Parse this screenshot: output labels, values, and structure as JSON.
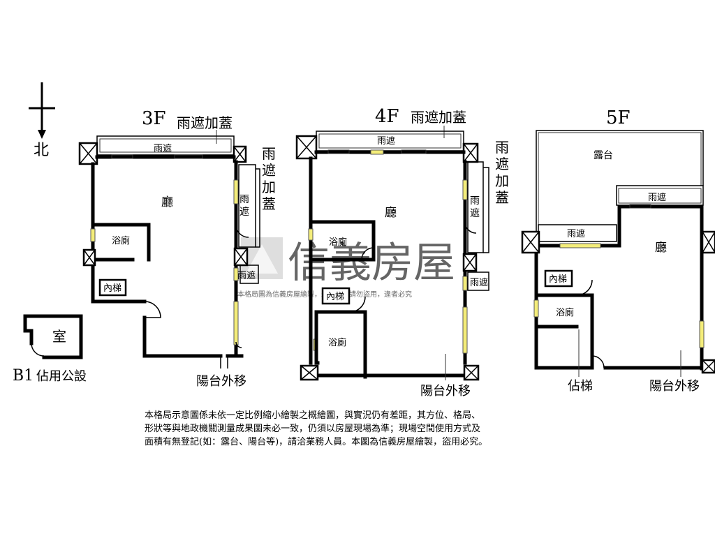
{
  "compass": {
    "label": "北"
  },
  "floors": {
    "3F": {
      "title": "3F",
      "rain_cover_top": "雨遮加蓋",
      "rain_shelter_top": "雨遮",
      "rain_cover_side": [
        "雨",
        "遮",
        "加",
        "蓋"
      ],
      "rain_shelter_side": [
        "雨",
        "遮"
      ],
      "rain_shelter_small": "雨遮",
      "living": "廳",
      "bath": "浴廁",
      "inner_stair": "內梯",
      "balcony_note": "陽台外移"
    },
    "4F": {
      "title": "4F",
      "rain_cover_top": "雨遮加蓋",
      "rain_shelter_top": "雨遮",
      "rain_cover_side": [
        "雨",
        "遮",
        "加",
        "蓋"
      ],
      "rain_shelter_side": [
        "雨",
        "遮"
      ],
      "rain_shelter_small": "雨遮",
      "living": "廳",
      "bath_upper": "浴廁",
      "bath_lower": "浴廁",
      "inner_stair": "內梯",
      "balcony_note": "陽台外移"
    },
    "5F": {
      "title": "5F",
      "terrace": "露台",
      "rain_shelter_upper": "雨遮",
      "rain_shelter_lower": "雨遮",
      "living": "廳",
      "inner_stair": "內梯",
      "bath": "浴廁",
      "stair_note": "佔梯",
      "balcony_note": "陽台外移"
    },
    "B1": {
      "room": "室",
      "label": "B1",
      "note": "佔用公設"
    }
  },
  "watermark": {
    "brand": "信義房屋",
    "small": "本格局圖為信義房屋繪製，未經允許請勿盜用，違者必究"
  },
  "disclaimer": [
    "本格局示意圖係未依一定比例縮小繪製之概繪圖，與實況仍有差距，其方位、格局、",
    "形狀等與地政機關測量成果圖未必一致，仍須以房屋現場為準；現場空間使用方式及",
    "面積有無登記(如：露台、陽台等)，請洽業務人員。本圖為信義房屋繪製，盜用必究。"
  ],
  "colors": {
    "window": "#f4ed7a",
    "watermark": "#c8c8c8"
  }
}
